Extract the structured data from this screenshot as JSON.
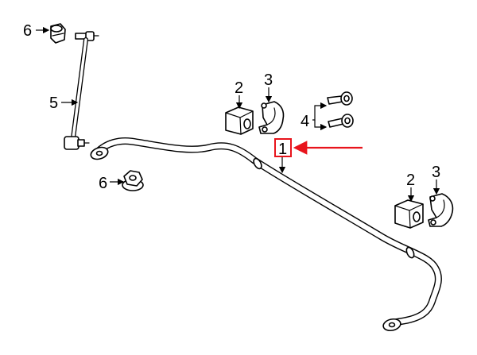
{
  "callouts": {
    "p1": "1",
    "p2a": "2",
    "p3a": "3",
    "p2b": "2",
    "p3b": "3",
    "p4": "4",
    "p5": "5",
    "p6a": "6",
    "p6b": "6"
  },
  "colors": {
    "line": "#000000",
    "highlight": "#e8141c",
    "background": "#ffffff"
  }
}
